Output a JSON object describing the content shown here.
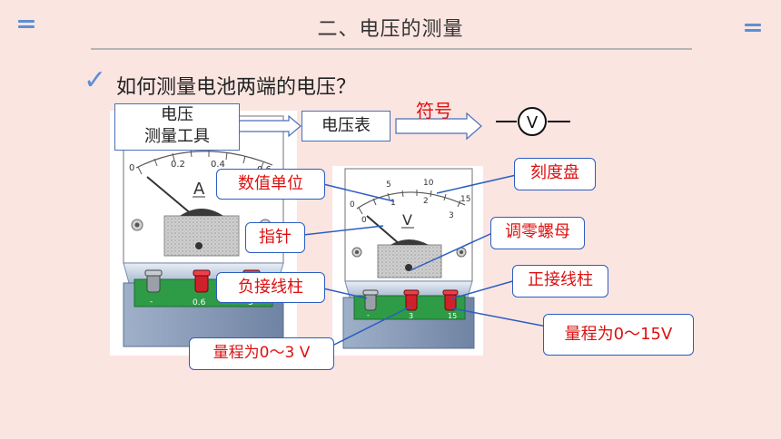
{
  "header": {
    "title": "二、电压的测量"
  },
  "question": "如何测量电池两端的电压？",
  "flow": {
    "tool_line1": "电压",
    "tool_line2": "测量工具",
    "meter_name": "电压表",
    "symbol_label": "符号",
    "symbol_letter": "V"
  },
  "ammeter": {
    "unit_letter": "A",
    "scale_ticks": [
      "0",
      "0.2",
      "0.4",
      "0.6"
    ],
    "terminal_labels": [
      "-",
      "0.6",
      "3"
    ]
  },
  "voltmeter": {
    "unit_letter": "V",
    "outer_ticks": [
      "0",
      "5",
      "10",
      "15"
    ],
    "inner_ticks": [
      "0",
      "1",
      "2",
      "3"
    ],
    "terminal_labels": [
      "-",
      "3",
      "15"
    ]
  },
  "callouts": {
    "unit": "数值单位",
    "pointer": "指针",
    "neg_terminal": "负接线柱",
    "range_low": "量程为0～3 V",
    "dial": "刻度盘",
    "zero_knob": "调零螺母",
    "pos_terminal": "正接线柱",
    "range_high": "量程为0～15V"
  },
  "colors": {
    "background": "#fbe5e1",
    "accent_blue": "#5b8fd6",
    "callout_border": "#2b5dc2",
    "callout_text": "#dd1111",
    "terminal_red": "#d0202a",
    "base_green": "#2e9b46"
  }
}
